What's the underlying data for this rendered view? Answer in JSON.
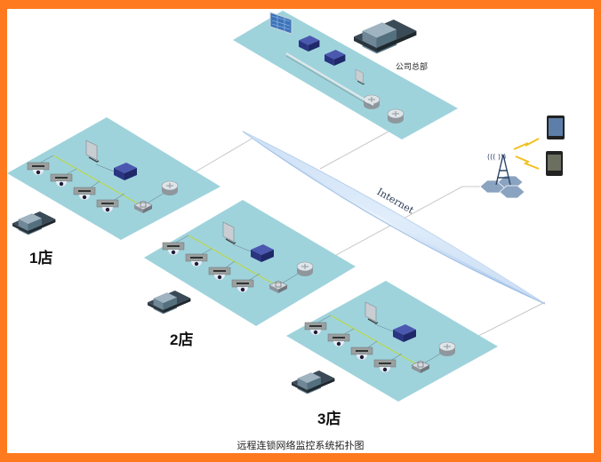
{
  "title": "远程连锁网络监控系统拓扑图",
  "colors": {
    "frame": "#ff7a1e",
    "platform": "#9fd3dc",
    "device": "#2e3a8c",
    "internet": "#b8d4f0",
    "cable_green": "#b9d84a",
    "link": "#bdbdbd"
  },
  "headquarters": {
    "label": "公司总部",
    "devices": [
      "video-wall",
      "decoder",
      "storage-server",
      "management-pc",
      "core-switch",
      "router"
    ]
  },
  "internet": {
    "label": "Internet"
  },
  "mobile": {
    "devices": [
      "tablet",
      "smartphone"
    ],
    "tower": "wireless-base-station"
  },
  "stores": [
    {
      "label": "1店",
      "devices": [
        "monitor",
        "dvr",
        "router",
        "switch",
        "camera",
        "camera",
        "camera",
        "camera"
      ]
    },
    {
      "label": "2店",
      "devices": [
        "monitor",
        "dvr",
        "router",
        "switch",
        "camera",
        "camera",
        "camera",
        "camera"
      ]
    },
    {
      "label": "3店",
      "devices": [
        "monitor",
        "dvr",
        "router",
        "switch",
        "camera",
        "camera",
        "camera",
        "camera"
      ]
    }
  ]
}
